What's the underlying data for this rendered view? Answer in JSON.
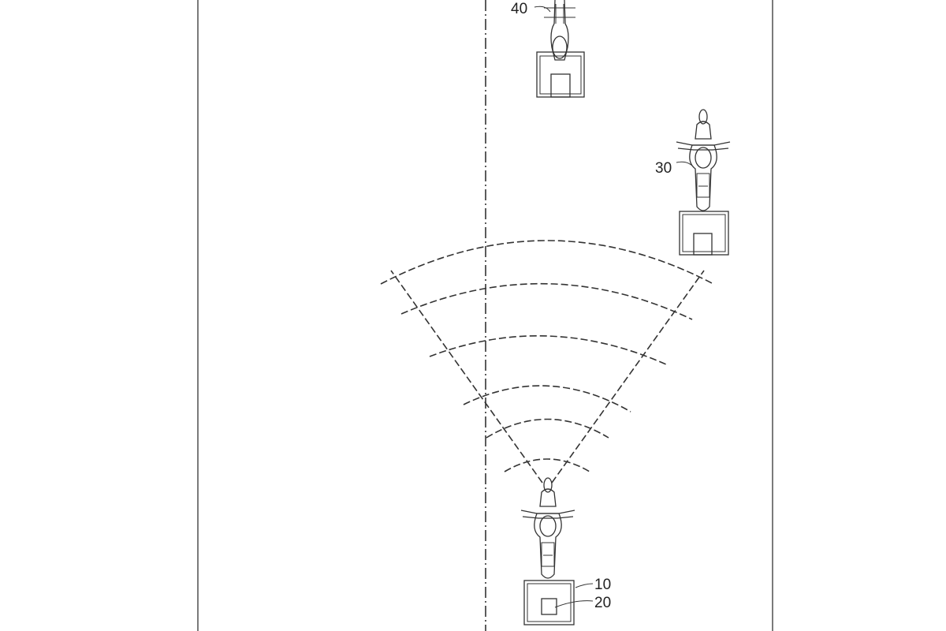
{
  "figure": {
    "labels": {
      "vehicle_40": "40",
      "vehicle_30": "30",
      "vehicle_10": "10",
      "radar_20": "20"
    }
  }
}
